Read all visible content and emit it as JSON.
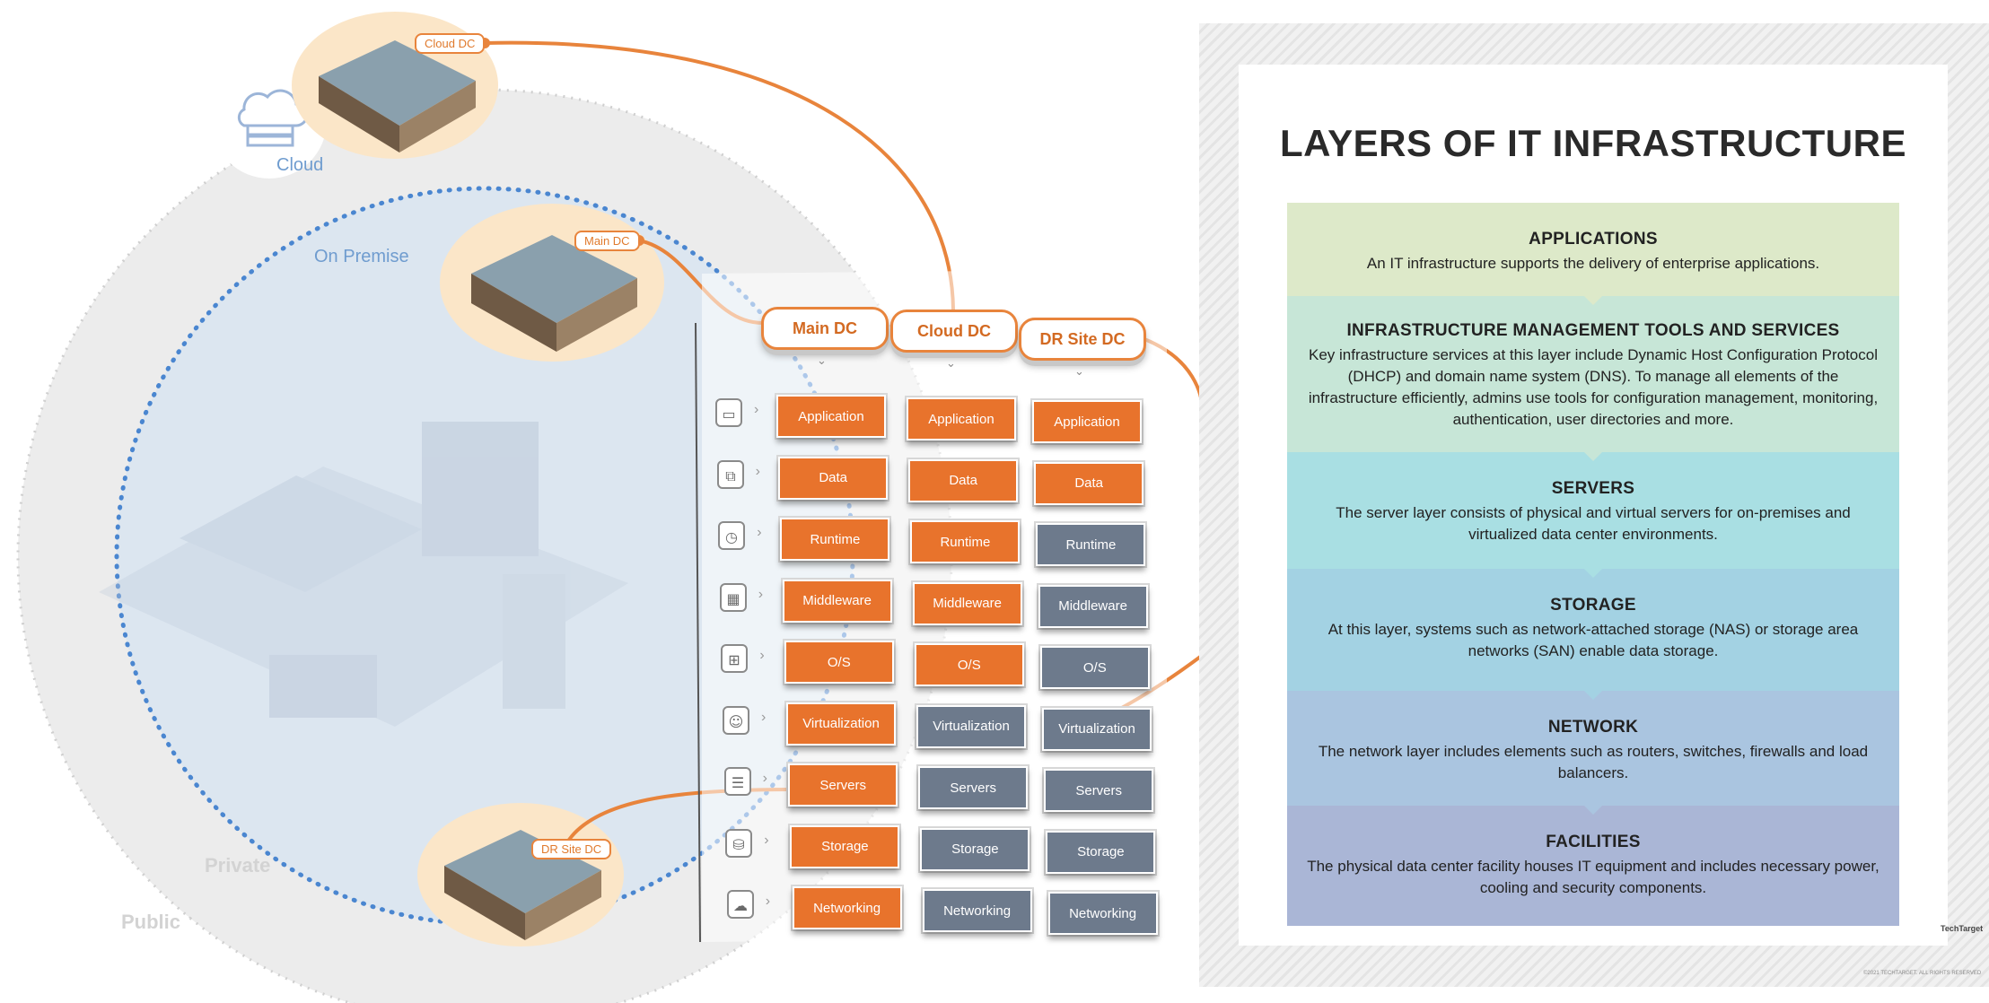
{
  "diagram": {
    "zones": {
      "cloud": "Cloud",
      "on_premise": "On Premise",
      "private": "Private",
      "public": "Public"
    },
    "dc_tags": {
      "cloud": "Cloud DC",
      "main": "Main DC",
      "dr": "DR Site DC"
    },
    "columns": [
      "Main DC",
      "Cloud DC",
      "DR Site DC"
    ],
    "layers": [
      "Application",
      "Data",
      "Runtime",
      "Middleware",
      "O/S",
      "Virtualization",
      "Servers",
      "Storage",
      "Networking"
    ],
    "layer_icons": [
      "app-window-icon",
      "database-window-icon",
      "clock-icon",
      "chip-icon",
      "windows-icon",
      "robot-icon",
      "server-rack-icon",
      "storage-cylinder-icon",
      "network-cloud-icon"
    ],
    "ownership": {
      "Main DC": [
        "orange",
        "orange",
        "orange",
        "orange",
        "orange",
        "orange",
        "orange",
        "orange",
        "orange"
      ],
      "Cloud DC": [
        "orange",
        "orange",
        "orange",
        "orange",
        "orange",
        "gray",
        "gray",
        "gray",
        "gray"
      ],
      "DR Site DC": [
        "orange",
        "orange",
        "gray",
        "gray",
        "gray",
        "gray",
        "gray",
        "gray",
        "gray"
      ]
    },
    "colors": {
      "orange": "#e8732c",
      "gray": "#6d7a8c",
      "link": "#e8843c",
      "dotted": "#4a86d0"
    }
  },
  "poster": {
    "title": "LAYERS OF IT INFRASTRUCTURE",
    "layers": [
      {
        "name": "APPLICATIONS",
        "desc": "An IT infrastructure supports the delivery of enterprise applications.",
        "color": "#dde9c9"
      },
      {
        "name": "INFRASTRUCTURE MANAGEMENT TOOLS AND SERVICES",
        "desc": "Key infrastructure services at this layer include Dynamic Host Configuration Protocol (DHCP) and domain name system (DNS). To manage all elements of the infrastructure efficiently, admins use tools for configuration management, monitoring, authentication, user directories and more.",
        "color": "#c7e6d7"
      },
      {
        "name": "SERVERS",
        "desc": "The server layer consists of physical and virtual servers for on-premises and virtualized data center environments.",
        "color": "#a9dfe3"
      },
      {
        "name": "STORAGE",
        "desc": "At this layer, systems such as network-attached storage (NAS) or storage area networks (SAN) enable data storage.",
        "color": "#a3d2e3"
      },
      {
        "name": "NETWORK",
        "desc": "The network layer includes elements such as routers, switches, firewalls and load balancers.",
        "color": "#aac5e0"
      },
      {
        "name": "FACILITIES",
        "desc": "The physical data center facility houses IT equipment and includes necessary power, cooling and security components.",
        "color": "#aab6d6"
      }
    ],
    "footer": "©2021 TECHTARGET. ALL RIGHTS RESERVED",
    "brand": "TechTarget"
  }
}
